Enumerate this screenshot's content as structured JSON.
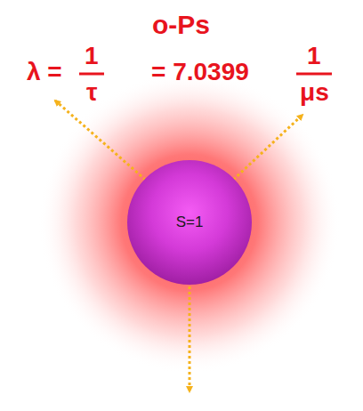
{
  "diagram": {
    "title": "o-Ps",
    "nodes": [
      {
        "text": [
          "S=1"
        ]
      }
    ],
    "labels": [
      "λ =",
      "1",
      "τ",
      "= 7.0399",
      "1",
      "μs"
    ]
  }
}
